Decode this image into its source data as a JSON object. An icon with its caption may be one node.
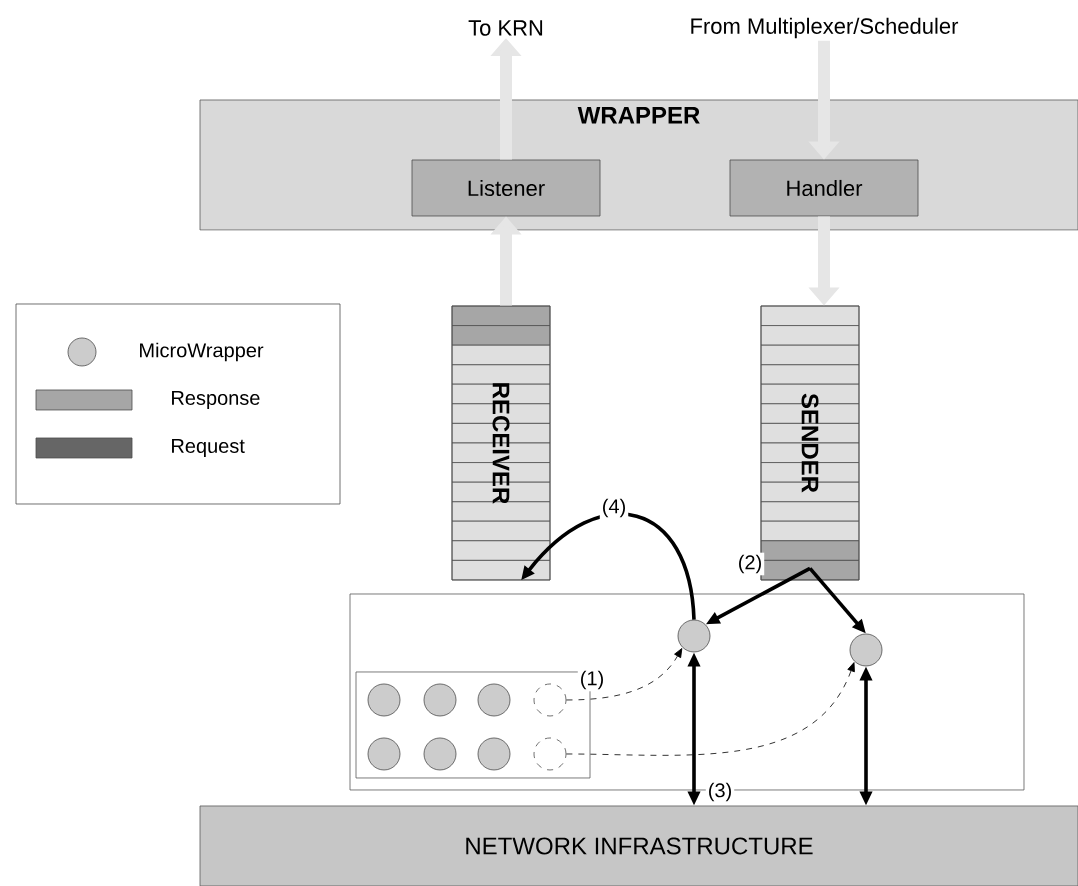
{
  "diagram": {
    "nodes": [
      {
        "text": [
          "WRAPPER"
        ]
      },
      {
        "text": [
          "Listener"
        ],
        "in": 0
      },
      {
        "text": [
          "Handler"
        ],
        "in": 0
      },
      {
        "text": [
          "To KRN"
        ]
      },
      {
        "text": [
          "From Multiplexer/Scheduler"
        ]
      },
      {
        "text": [
          "RECEIVER"
        ]
      },
      {
        "text": [
          "SENDER"
        ]
      },
      {
        "text": [],
        "shape": "box"
      },
      {
        "text": [],
        "shape": "box",
        "in": 7
      },
      {
        "text": [],
        "shape": "circle",
        "in": 8
      },
      {
        "text": [],
        "shape": "circle",
        "in": 8
      },
      {
        "text": [],
        "shape": "circle",
        "in": 8
      },
      {
        "text": [],
        "shape": "circle",
        "in": 8
      },
      {
        "text": [],
        "shape": "circle",
        "in": 8
      },
      {
        "text": [],
        "shape": "circle",
        "in": 8
      },
      {
        "text": [],
        "shape": "circle",
        "in": 8
      },
      {
        "text": [],
        "shape": "circle",
        "in": 8
      },
      {
        "text": [],
        "shape": "circle",
        "in": 7
      },
      {
        "text": [],
        "shape": "circle",
        "in": 7
      },
      {
        "text": [
          "NETWORK INFRASTRUCTURE"
        ]
      }
    ],
    "edges": [
      {
        "from": 1,
        "to": 3,
        "arrow": "to",
        "style": "thick",
        "color": "#e6e6e6"
      },
      {
        "from": 4,
        "to": 2,
        "arrow": "to",
        "style": "thick",
        "color": "#e6e6e6"
      },
      {
        "from": 5,
        "to": 1,
        "arrow": "to",
        "style": "thick",
        "color": "#e6e6e6"
      },
      {
        "from": 2,
        "to": 6,
        "arrow": "to",
        "style": "thick",
        "color": "#e6e6e6"
      },
      {
        "from": 12,
        "to": 17,
        "arrow": "to",
        "style": "dashed",
        "label": "(1)"
      },
      {
        "from": 16,
        "to": 18,
        "arrow": "to",
        "style": "dashed"
      },
      {
        "from": 6,
        "to": 17,
        "arrow": "to",
        "label": "(2)"
      },
      {
        "from": 6,
        "to": 18,
        "arrow": "to"
      },
      {
        "from": 17,
        "to": 19,
        "arrow": "both",
        "label": "(3)"
      },
      {
        "from": 18,
        "to": 19,
        "arrow": "both"
      },
      {
        "from": 17,
        "to": 5,
        "arrow": "to",
        "label": "(4)"
      }
    ],
    "legend": [
      {
        "text": "MicroWrapper"
      },
      {
        "text": "Response",
        "color": "#a6a6a6"
      },
      {
        "text": "Request",
        "color": "#666666"
      }
    ]
  }
}
